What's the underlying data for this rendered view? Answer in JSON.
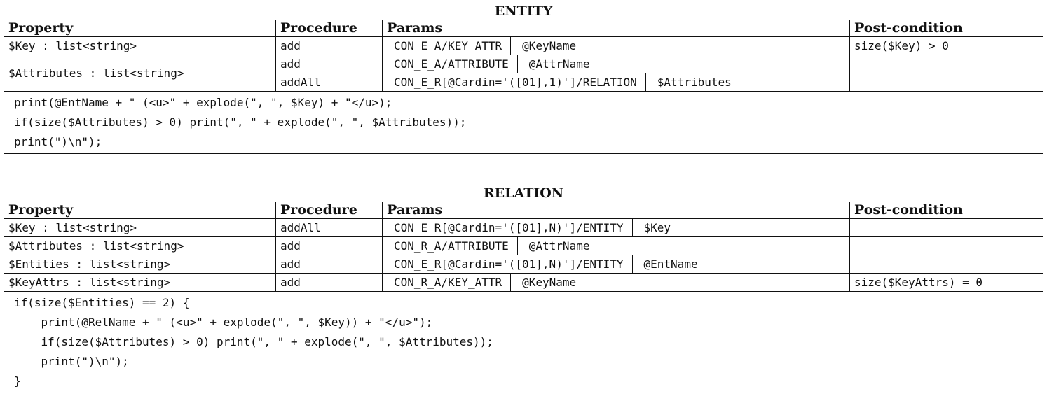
{
  "entity": {
    "title": "ENTITY",
    "headers": [
      "Property",
      "Procedure",
      "Params",
      "Post-condition"
    ],
    "rows": [
      {
        "property": "$Key :  list<string>",
        "procedure": "add",
        "params": [
          "CON_E_A/KEY_ATTR",
          "@KeyName"
        ],
        "post": "size($Key) > 0"
      },
      {
        "property": "$Attributes :  list<string>",
        "procedure": "add",
        "params": [
          "CON_E_A/ATTRIBUTE",
          "@AttrName"
        ],
        "post": ""
      },
      {
        "property": "",
        "procedure": "addAll",
        "params": [
          "CON_E_R[@Cardin='([01],1)']/RELATION",
          "$Attributes"
        ],
        "post": ""
      }
    ],
    "code": [
      "print(@EntName + \" (<u>\" + explode(\", \", $Key) + \"</u>);",
      "if(size($Attributes) > 0) print(\", \" + explode(\", \", $Attributes));",
      "print(\")\\n\");"
    ]
  },
  "relation": {
    "title": "RELATION",
    "headers": [
      "Property",
      "Procedure",
      "Params",
      "Post-condition"
    ],
    "rows": [
      {
        "property": "$Key :  list<string>",
        "procedure": "addAll",
        "params": [
          "CON_E_R[@Cardin='([01],N)']/ENTITY",
          "$Key"
        ],
        "post": ""
      },
      {
        "property": "$Attributes :  list<string>",
        "procedure": "add",
        "params": [
          "CON_R_A/ATTRIBUTE",
          "@AttrName"
        ],
        "post": ""
      },
      {
        "property": "$Entities :  list<string>",
        "procedure": "add",
        "params": [
          "CON_E_R[@Cardin='([01],N)']/ENTITY",
          "@EntName"
        ],
        "post": ""
      },
      {
        "property": "$KeyAttrs :  list<string>",
        "procedure": "add",
        "params": [
          "CON_R_A/KEY_ATTR",
          "@KeyName"
        ],
        "post": "size($KeyAttrs) = 0"
      }
    ],
    "code": [
      "if(size($Entities) == 2) {",
      "    print(@RelName + \" (<u>\" + explode(\", \", $Key)) + \"</u>\");",
      "    if(size($Attributes) > 0) print(\", \" + explode(\", \", $Attributes));",
      "    print(\")\\n\");",
      "}"
    ]
  }
}
